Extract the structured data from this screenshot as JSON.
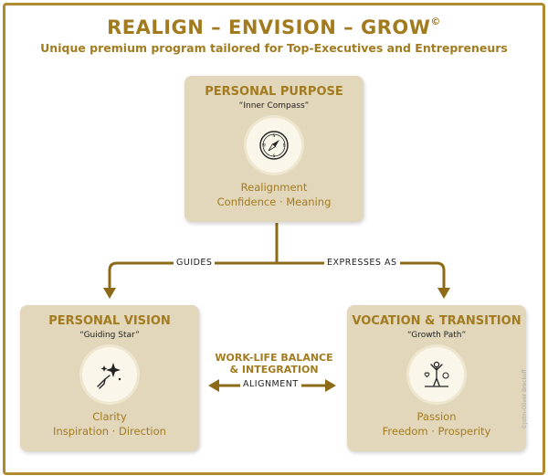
{
  "header": {
    "title": "REALIGN – ENVISION – GROW",
    "title_mark": "©",
    "subtitle": "Unique premium program tailored for Top-Executives and Entrepreneurs"
  },
  "cards": {
    "purpose": {
      "title": "PERSONAL PURPOSE",
      "quote": "“Inner Compass”",
      "icon": "compass-icon",
      "value_line1": "Realignment",
      "value_line2": "Confidence · Meaning"
    },
    "vision": {
      "title": "PERSONAL VISION",
      "quote": "“Guiding Star”",
      "icon": "star-pointing-icon",
      "value_line1": "Clarity",
      "value_line2": "Inspiration · Direction"
    },
    "vocation": {
      "title": "VOCATION & TRANSITION",
      "quote": "“Growth Path”",
      "icon": "person-raising-arms-icon",
      "value_line1": "Passion",
      "value_line2": "Freedom · Prosperity"
    }
  },
  "connectors": {
    "left_label": "GUIDES",
    "right_label": "EXPRESSES AS",
    "center_title_line1": "WORK-LIFE BALANCE",
    "center_title_line2": "& INTEGRATION",
    "center_label": "ALIGNMENT"
  },
  "copyright": "©John-Oliver Breckoff",
  "colors": {
    "gold": "#a27b1f",
    "card": "#e2d6bb",
    "frame": "#b08a2e"
  }
}
